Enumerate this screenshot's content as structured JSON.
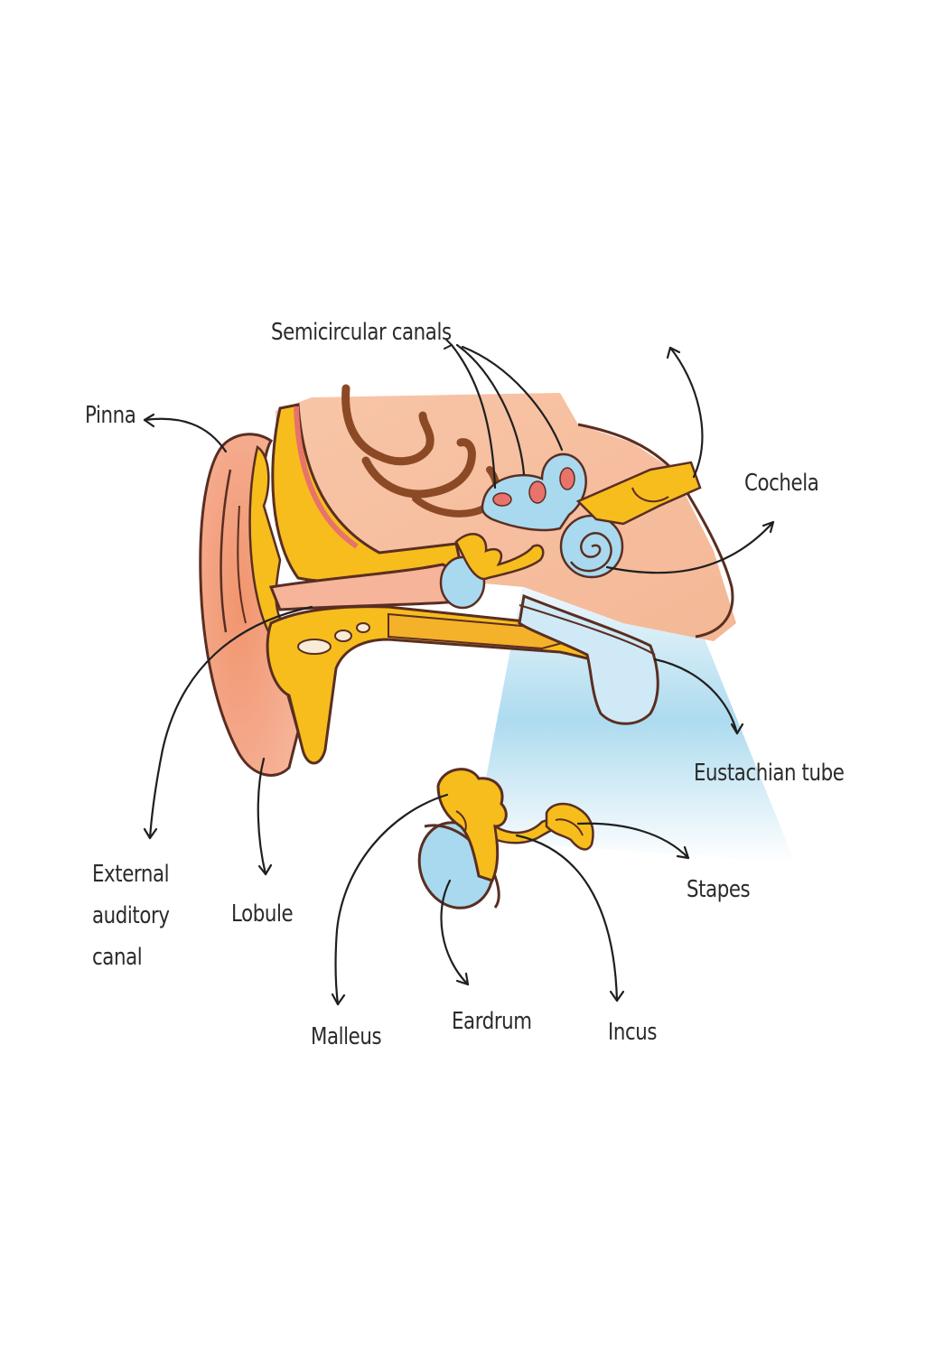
{
  "labels": {
    "semicircular_canals": "Semicircular canals",
    "pinna": "Pinna",
    "cochlea": "Cochela",
    "eustachian_tube": "Eustachian tube",
    "external_auditory_canal": [
      "External",
      "auditory",
      "canal"
    ],
    "lobule": "Lobule",
    "stapes": "Stapes",
    "malleus": "Malleus",
    "eardrum": "Eardrum",
    "incus": "Incus"
  },
  "colors": {
    "outline": "#5a2e22",
    "skin": "#f4a98a",
    "skin_light": "#f8c5a8",
    "bone_yellow": "#f6bd1d",
    "blue": "#a9d9ee",
    "blue_fade": "#cfeaf6",
    "red": "#e8736a",
    "brown": "#8b4a25",
    "arrow": "#1f1f1f"
  }
}
